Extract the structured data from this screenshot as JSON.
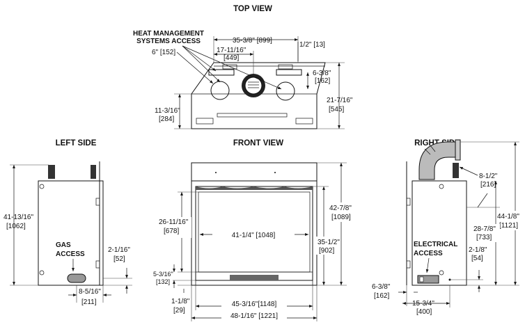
{
  "views": {
    "top": "TOP VIEW",
    "left": "LEFT SIDE",
    "front": "FRONT VIEW",
    "right": "RIGHT SIDE"
  },
  "callouts": {
    "heat_line1": "HEAT MANAGEMENT",
    "heat_line2": "SYSTEMS ACCESS",
    "gas_line1": "GAS",
    "gas_line2": "ACCESS",
    "elec_line1": "ELECTRICAL",
    "elec_line2": "ACCESS"
  },
  "dimensions": {
    "top": {
      "width_top_in": "35-3/8\"",
      "width_top_mm": "[899]",
      "offset_in": "17-11/16\"",
      "offset_mm": "[449]",
      "vent_in": "6\"",
      "vent_mm": "[152]",
      "edge_in": "1/2\"",
      "edge_mm": "[13]",
      "collar_in": "6-3/8\"",
      "collar_mm": "[162]",
      "depth_in": "21-7/16\"",
      "depth_mm": "[545]",
      "side_depth_in": "11-3/16\"",
      "side_depth_mm": "[284]"
    },
    "left": {
      "height_in": "41-13/16\"",
      "height_mm": "[1062]",
      "gas_height_in": "2-1/16\"",
      "gas_height_mm": "[52]",
      "gas_offset_in": "8-5/16\"",
      "gas_offset_mm": "[211]"
    },
    "front": {
      "opening_h_in": "26-11/16\"",
      "opening_h_mm": "[678]",
      "opening_w": "41-1/4\" [1048]",
      "height_in": "42-7/8\"",
      "height_mm": "[1089]",
      "inner_h_in": "35-1/2\"",
      "inner_h_mm": "[902]",
      "base_in": "5-3/16\"",
      "base_mm": "[132]",
      "foot_in": "1-1/8\"",
      "foot_mm": "[29]",
      "inner_w": "45-3/16\"[1148]",
      "outer_w": "48-1/16\" [1221]"
    },
    "right": {
      "collar_in": "8-1/2\"",
      "collar_mm": "[216]",
      "total_h_in": "44-1/8\"",
      "total_h_mm": "[1121]",
      "elec_h_in": "28-7/8\"",
      "elec_h_mm": "[733]",
      "elec_low_in": "2-1/8\"",
      "elec_low_mm": "[54]",
      "back_in": "6-3/8\"",
      "back_mm": "[162]",
      "depth_in": "15-3/4\"",
      "depth_mm": "[400]"
    }
  }
}
